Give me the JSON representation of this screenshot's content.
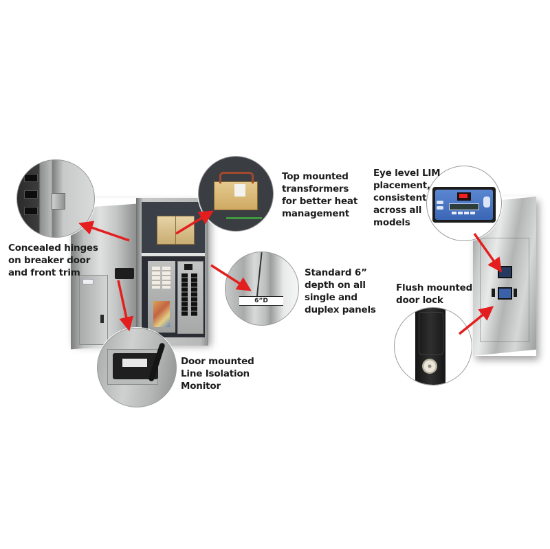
{
  "callouts": {
    "hinges": {
      "line1": "Concealed hinges",
      "line2": "on breaker door",
      "line3": "and front trim"
    },
    "transformers": {
      "line1": "Top mounted",
      "line2": "transformers",
      "line3": "for better heat",
      "line4": "management"
    },
    "depth": {
      "line1": "Standard 6”",
      "line2": "depth on all",
      "line3": "single and",
      "line4": "duplex panels",
      "dimension_tag": "6”D"
    },
    "lim_monitor": {
      "line1": "Door mounted",
      "line2": "Line Isolation",
      "line3": "Monitor"
    },
    "lim_placement": {
      "line1": "Eye level LIM",
      "line2": "placement,",
      "line3": "consistent",
      "line4": "across all",
      "line5": "models"
    },
    "door_lock": {
      "line1": "Flush mounted",
      "line2": "door lock"
    }
  },
  "colors": {
    "arrow": "#e41e1e",
    "text": "#1c1c1c",
    "lim_blue": "#3d6fbf",
    "transformer": "#d9b77a"
  }
}
